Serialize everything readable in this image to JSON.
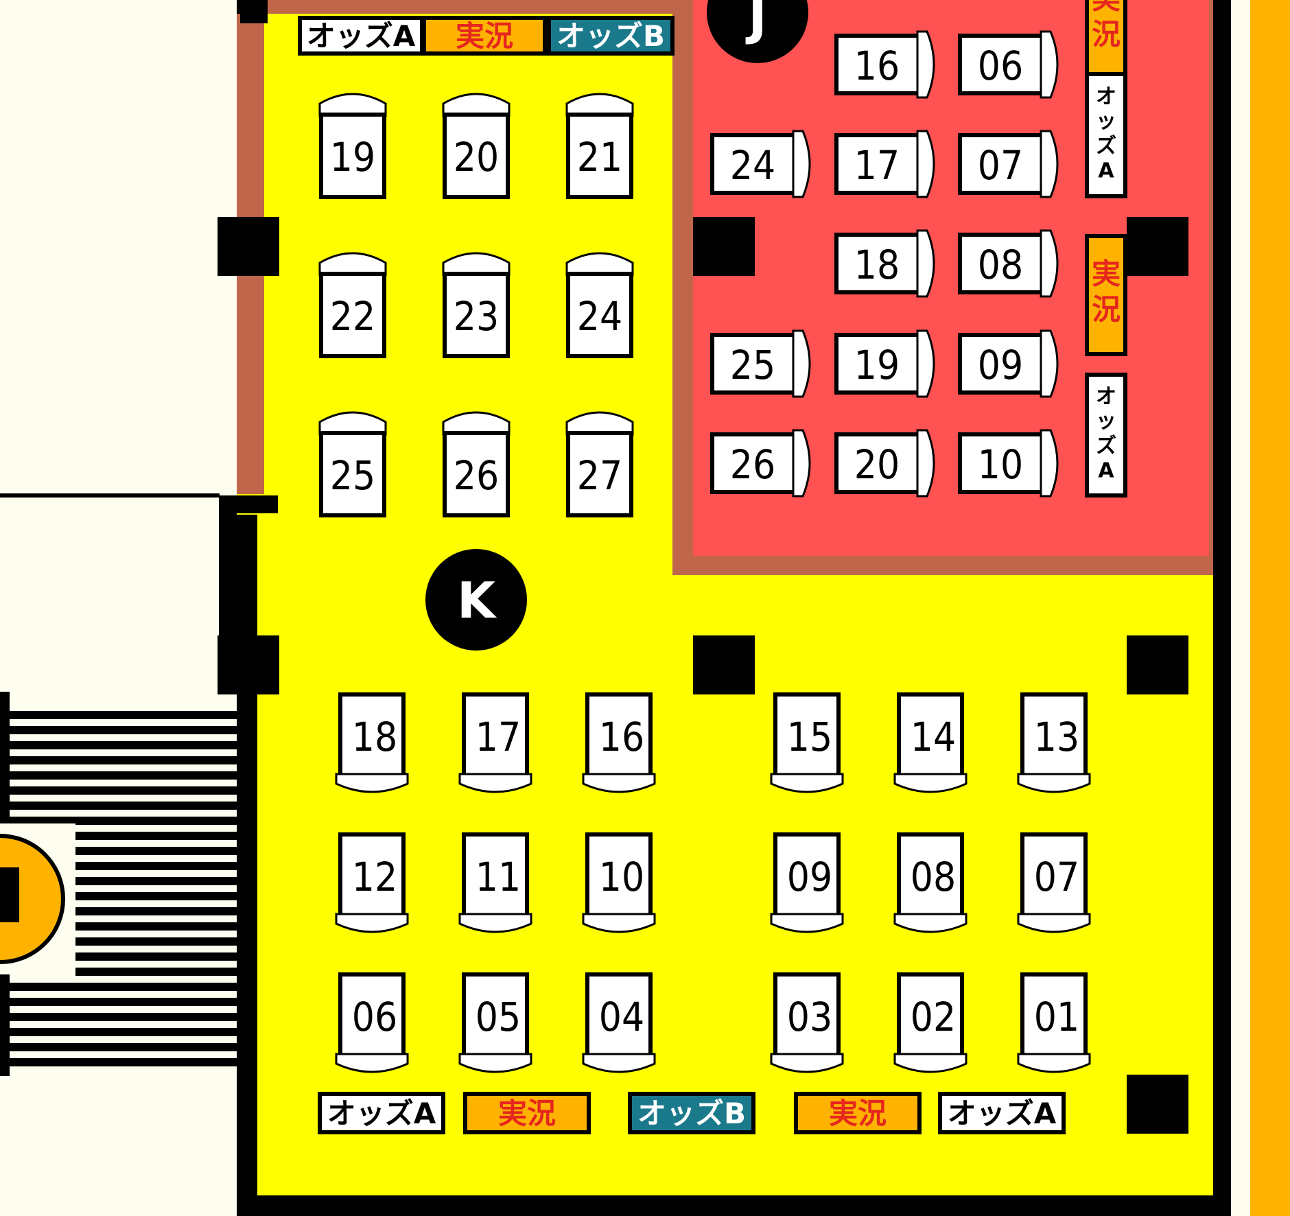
{
  "colors": {
    "yellow_zone": "#ffff00",
    "red_zone": "#ff5252",
    "brown_border": "#c0664a",
    "wall": "#000000",
    "orange_strip": "#ffb300",
    "sign_orange": "#ffb300",
    "sign_teal": "#1a7a8c",
    "sign_red_text": "#e6261e",
    "background": "#fdfdf0"
  },
  "zones": {
    "J": {
      "label": "J",
      "color": "red"
    },
    "K": {
      "label": "K",
      "color": "yellow"
    }
  },
  "signs": {
    "odds_a": "オッズA",
    "odds_b": "オッズB",
    "live": "実況",
    "live_partial": "実況"
  },
  "k_upper_seats": {
    "rows": [
      [
        "19",
        "20",
        "21"
      ],
      [
        "22",
        "23",
        "24"
      ],
      [
        "25",
        "26",
        "27"
      ]
    ]
  },
  "k_lower_seats": {
    "rows": [
      [
        "18",
        "17",
        "16",
        "15",
        "14",
        "13"
      ],
      [
        "12",
        "11",
        "10",
        "09",
        "08",
        "07"
      ],
      [
        "06",
        "05",
        "04",
        "03",
        "02",
        "01"
      ]
    ]
  },
  "j_seats": {
    "rows": [
      [
        "",
        "16",
        "06"
      ],
      [
        "24",
        "17",
        "07"
      ],
      [
        "",
        "18",
        "08"
      ],
      [
        "25",
        "19",
        "09"
      ],
      [
        "26",
        "20",
        "10"
      ]
    ]
  },
  "sign_rows": {
    "k_top": [
      "odds_a",
      "live",
      "odds_b"
    ],
    "k_bottom": [
      "odds_a",
      "live",
      "odds_b",
      "live",
      "odds_a"
    ],
    "j_side": [
      "live_partial",
      "odds_a",
      "live",
      "odds_a"
    ]
  }
}
